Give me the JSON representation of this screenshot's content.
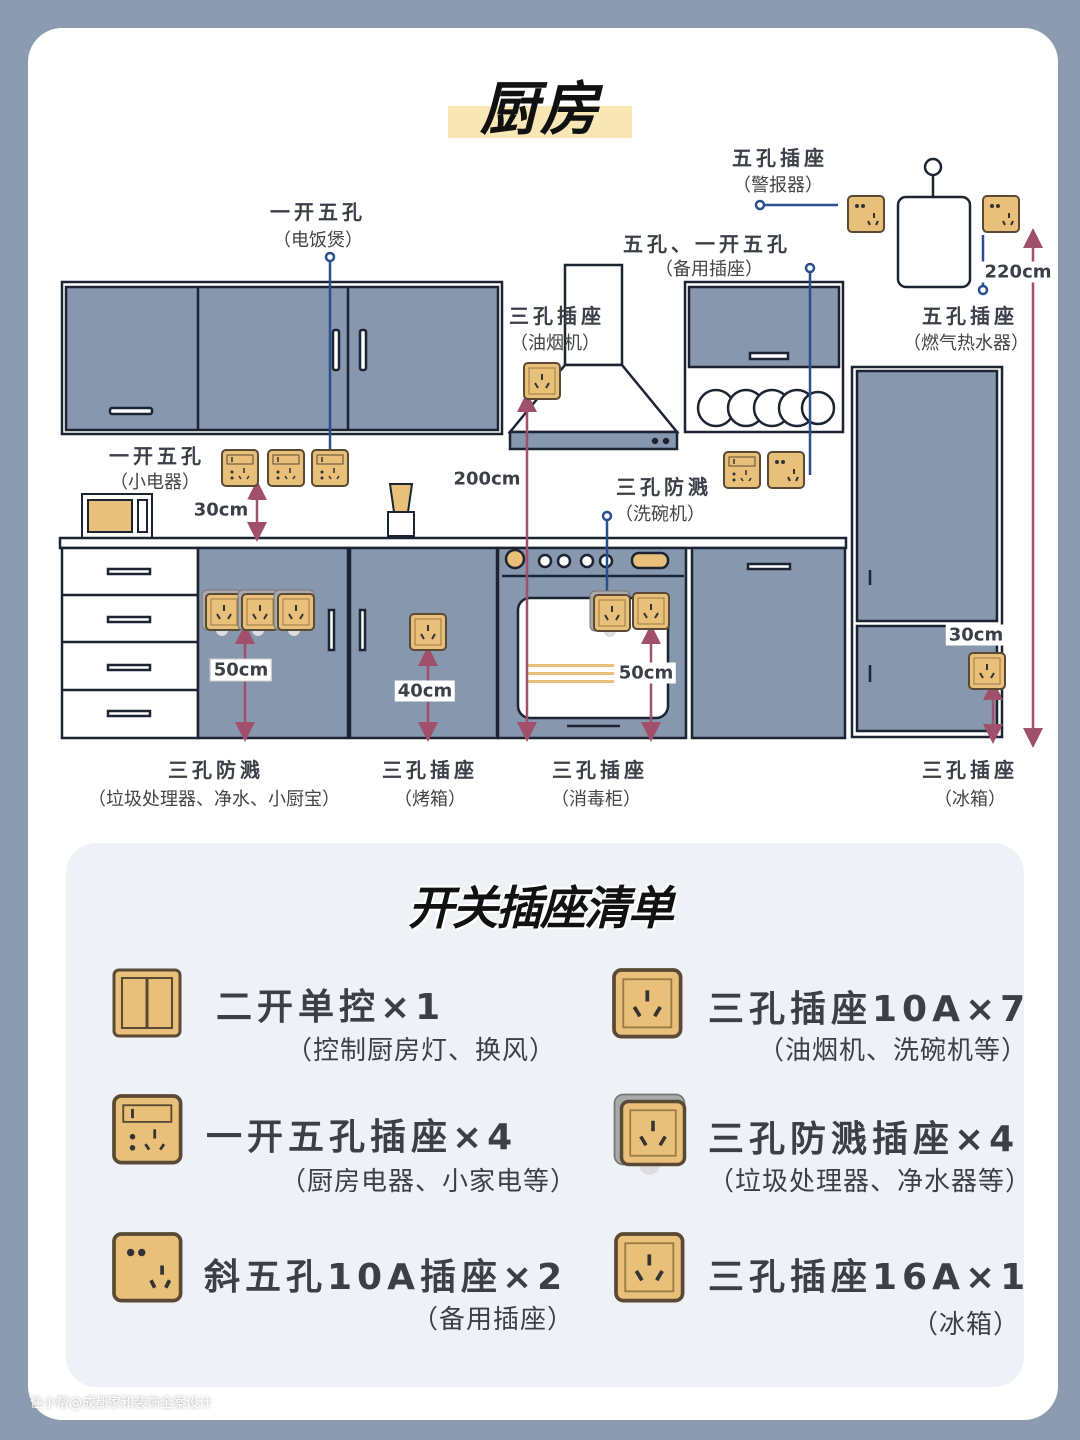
{
  "title": "厨房",
  "labels": {
    "rice_cooker": {
      "name": "一开五孔",
      "sub": "（电饭煲）"
    },
    "alarm": {
      "name": "五孔插座",
      "sub": "（警报器）"
    },
    "spare": {
      "name": "五孔、一开五孔",
      "sub": "（备用插座）"
    },
    "hood": {
      "name": "三孔插座",
      "sub": "（油烟机）"
    },
    "heater": {
      "name": "五孔插座",
      "sub": "（燃气热水器）"
    },
    "small_appliance": {
      "name": "一开五孔",
      "sub": "（小电器）"
    },
    "dishwasher": {
      "name": "三孔防溅",
      "sub": "（洗碗机）"
    },
    "disposal": {
      "name": "三孔防溅",
      "sub": "（垃圾处理器、净水、小厨宝）"
    },
    "oven": {
      "name": "三孔插座",
      "sub": "（烤箱）"
    },
    "sterilizer": {
      "name": "三孔插座",
      "sub": "（消毒柜）"
    },
    "fridge": {
      "name": "三孔插座",
      "sub": "（冰箱）"
    }
  },
  "dims": {
    "d220": "220cm",
    "d200": "200cm",
    "d30a": "30cm",
    "d50a": "50cm",
    "d40": "40cm",
    "d50b": "50cm",
    "d30b": "30cm"
  },
  "checklist": {
    "title": "开关插座清单",
    "items": [
      {
        "name": "二开单控×1",
        "sub": "（控制厨房灯、换风）",
        "icon": "double-switch"
      },
      {
        "name": "三孔插座10A×7",
        "sub": "（油烟机、洗碗机等）",
        "icon": "three-hole-socket"
      },
      {
        "name": "一开五孔插座×4",
        "sub": "（厨房电器、小家电等）",
        "icon": "switch-five-hole-socket"
      },
      {
        "name": "三孔防溅插座×4",
        "sub": "（垃圾处理器、净水器等）",
        "icon": "splash-proof-socket"
      },
      {
        "name": "斜五孔10A插座×2",
        "sub": "（备用插座）",
        "icon": "slanted-five-hole-socket"
      },
      {
        "name": "三孔插座16A×1",
        "sub": "（冰箱）",
        "icon": "three-hole-socket"
      }
    ]
  },
  "watermark": "住小帮@成都家和装饰全案设计",
  "colors": {
    "frame": "#8d9bb0",
    "cabinet": "#8797ae",
    "socket": "#e8c07a",
    "dim": "#a0506a",
    "pointer": "#2a4f8f"
  }
}
